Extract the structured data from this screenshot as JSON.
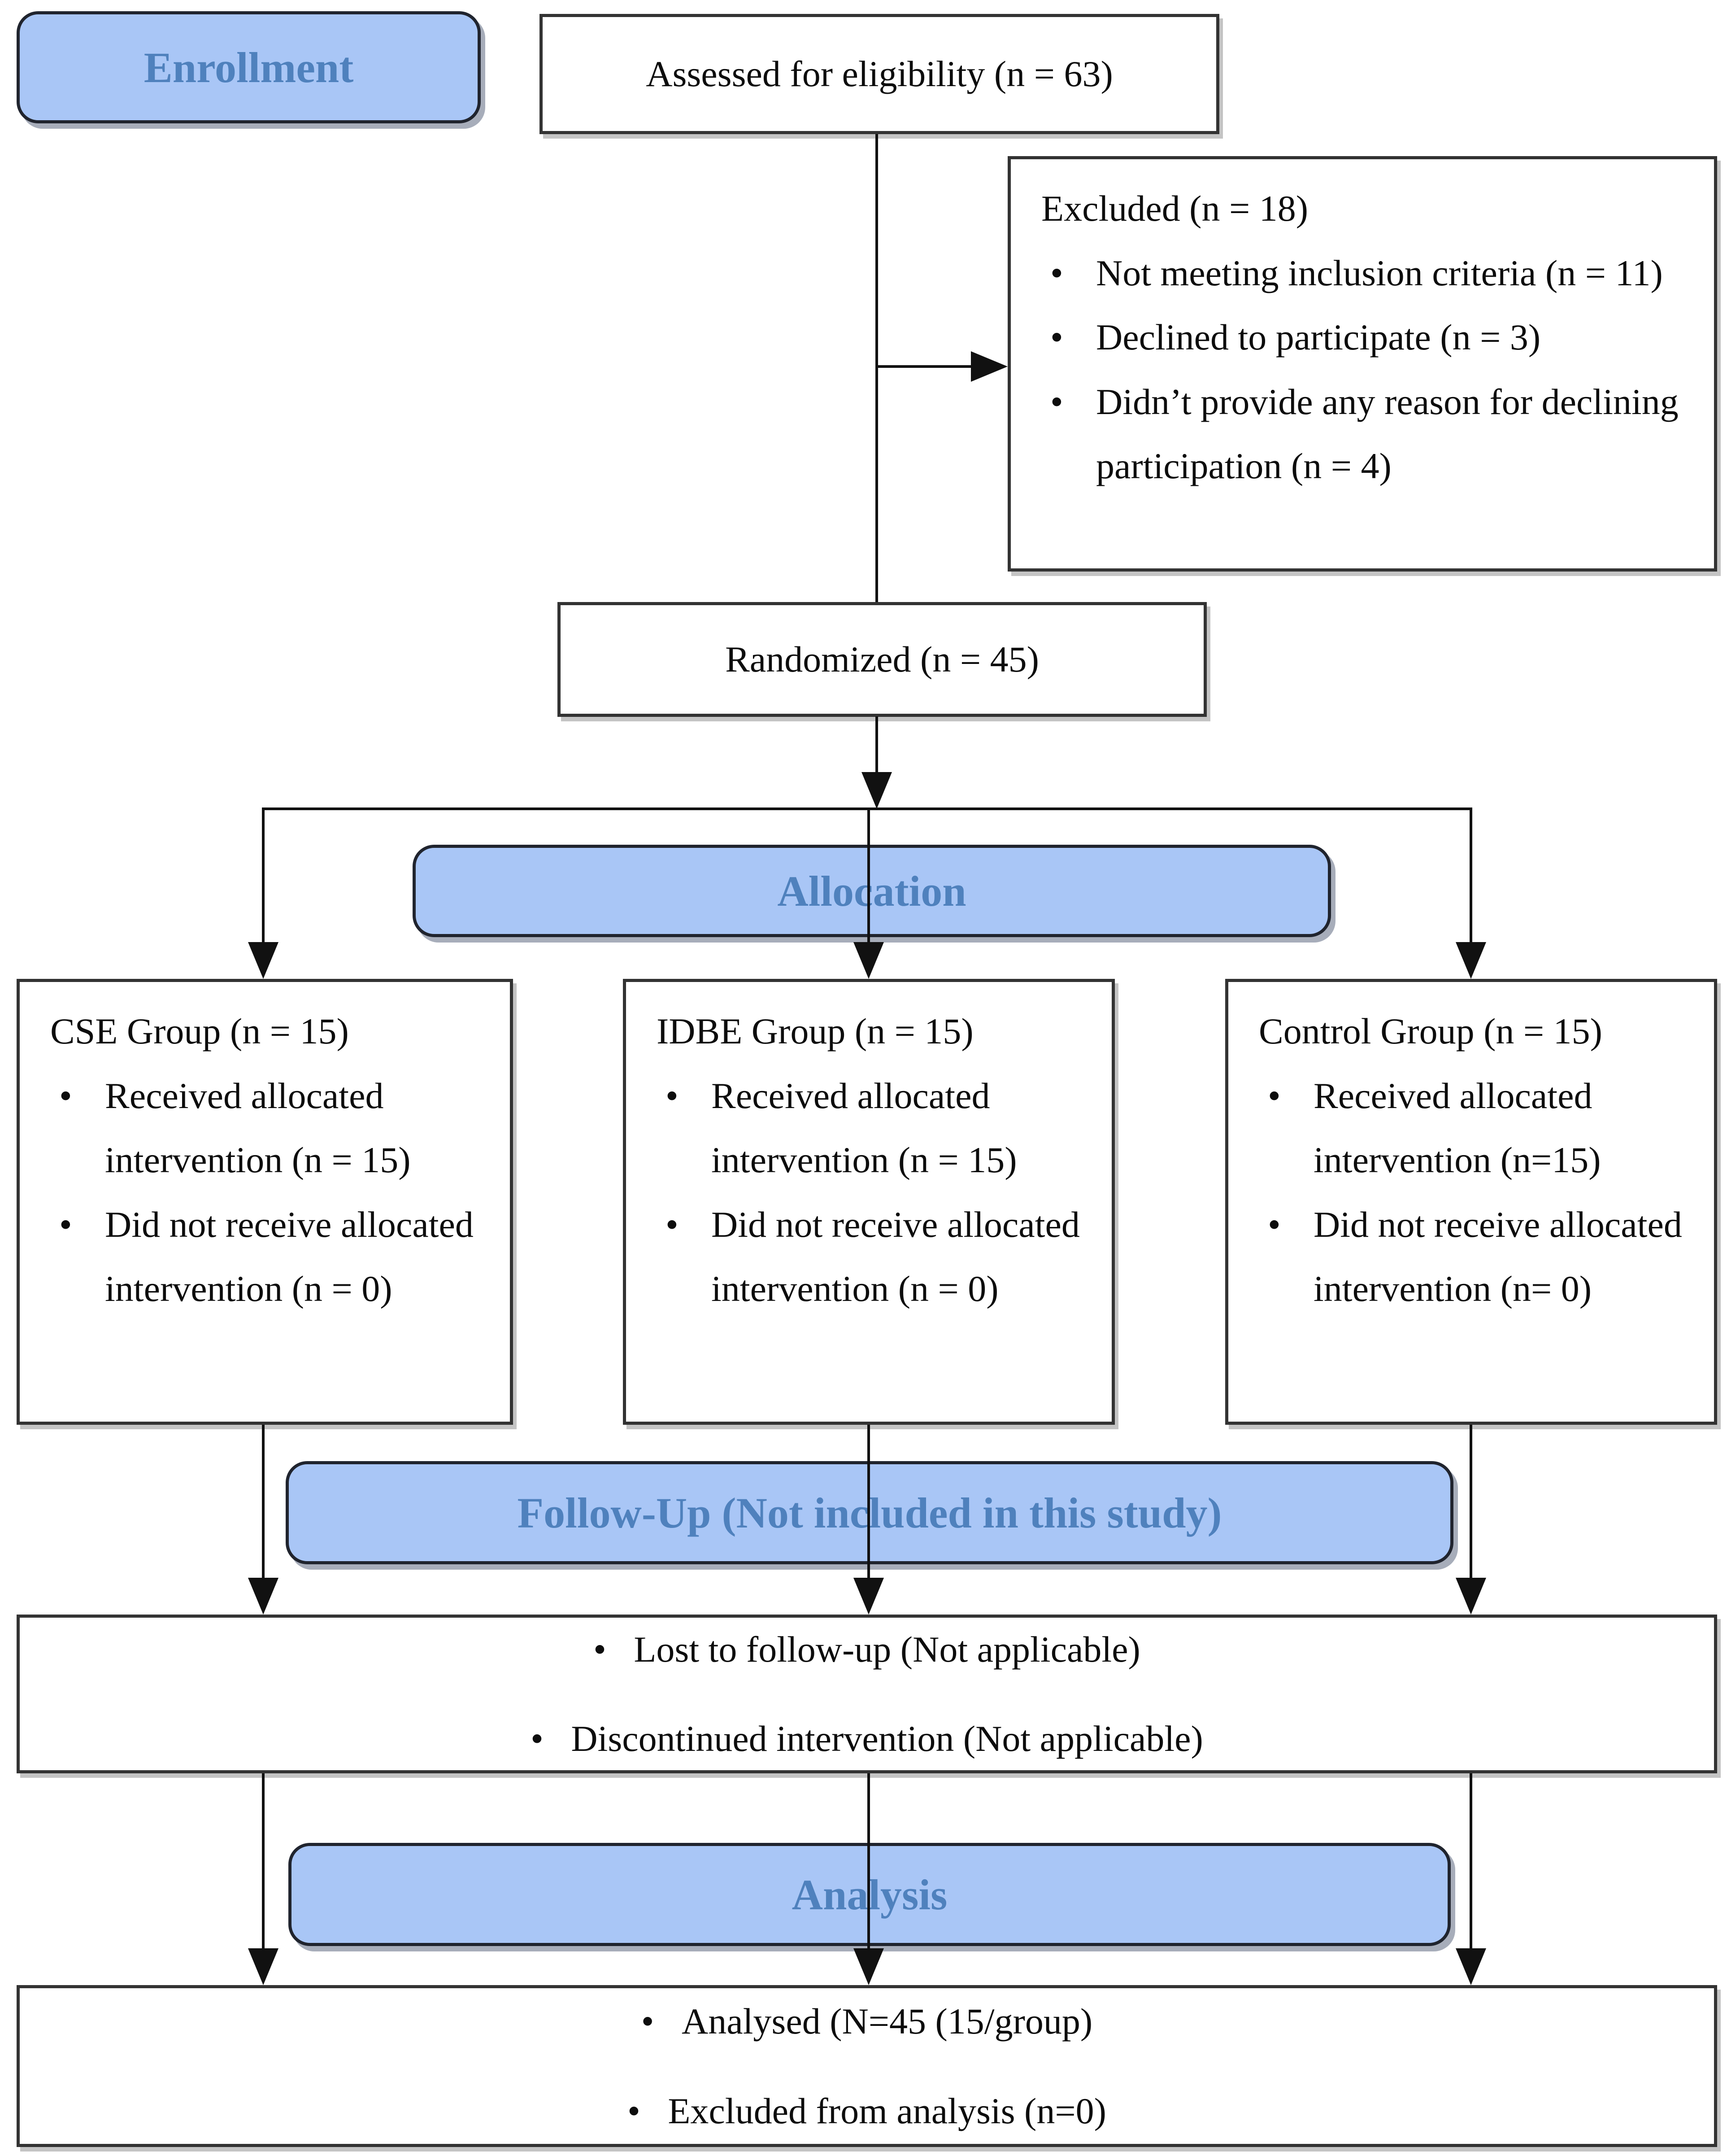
{
  "diagram": {
    "title": "CONSORT participant flow diagram",
    "stages": {
      "enrollment": "Enrollment",
      "allocation": "Allocation",
      "followup": "Follow-Up (Not included in this study)",
      "analysis": "Analysis"
    },
    "boxes": {
      "assessed": {
        "text": "Assessed for eligibility (n = 63)"
      },
      "excluded": {
        "title": "Excluded (n = 18)",
        "bullets": [
          "Not meeting inclusion criteria (n = 11)",
          "Declined to participate (n = 3)",
          "Didn’t provide any reason for declining participation (n = 4)"
        ]
      },
      "randomized": {
        "text": "Randomized (n = 45)"
      },
      "cse_group": {
        "title": "CSE Group (n = 15)",
        "bullets": [
          "Received allocated intervention (n = 15)",
          "Did not receive allocated intervention (n = 0)"
        ]
      },
      "idbe_group": {
        "title": "IDBE Group (n = 15)",
        "bullets": [
          "Received allocated intervention (n = 15)",
          "Did not receive allocated intervention (n = 0)"
        ]
      },
      "control_group": {
        "title": "Control Group (n = 15)",
        "bullets": [
          "Received allocated intervention (n=15)",
          "Did not receive allocated intervention (n= 0)"
        ]
      },
      "followup_outcomes": {
        "bullets": [
          "Lost to follow-up (Not applicable)",
          "Discontinued intervention (Not applicable)"
        ]
      },
      "analysis_outcomes": {
        "bullets": [
          "Analysed (N=45 (15/group)",
          "Excluded from analysis (n=0)"
        ]
      }
    },
    "colors": {
      "banner_fill": "#a9c6f6",
      "banner_text": "#4f81bd",
      "box_border": "#333333",
      "connector": "#111111"
    }
  }
}
